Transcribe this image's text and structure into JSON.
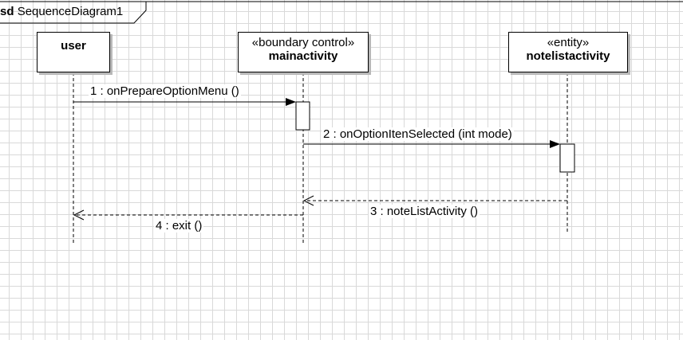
{
  "frame": {
    "keyword": "sd",
    "name": "SequenceDiagram1"
  },
  "lifelines": [
    {
      "id": "user",
      "stereotype": "",
      "name": "user"
    },
    {
      "id": "mainactivity",
      "stereotype": "«boundary control»",
      "name": "mainactivity"
    },
    {
      "id": "notelistactivity",
      "stereotype": "«entity»",
      "name": "notelistactivity"
    }
  ],
  "messages": [
    {
      "label": "1 : onPrepareOptionMenu  ()",
      "from": "user",
      "to": "mainactivity",
      "kind": "sync"
    },
    {
      "label": "2 : onOptionItenSelected  (int mode)",
      "from": "mainactivity",
      "to": "notelistactivity",
      "kind": "sync"
    },
    {
      "label": "3 : noteListActivity  ()",
      "from": "notelistactivity",
      "to": "mainactivity",
      "kind": "reply"
    },
    {
      "label": "4 : exit  ()",
      "from": "mainactivity",
      "to": "user",
      "kind": "reply"
    }
  ]
}
